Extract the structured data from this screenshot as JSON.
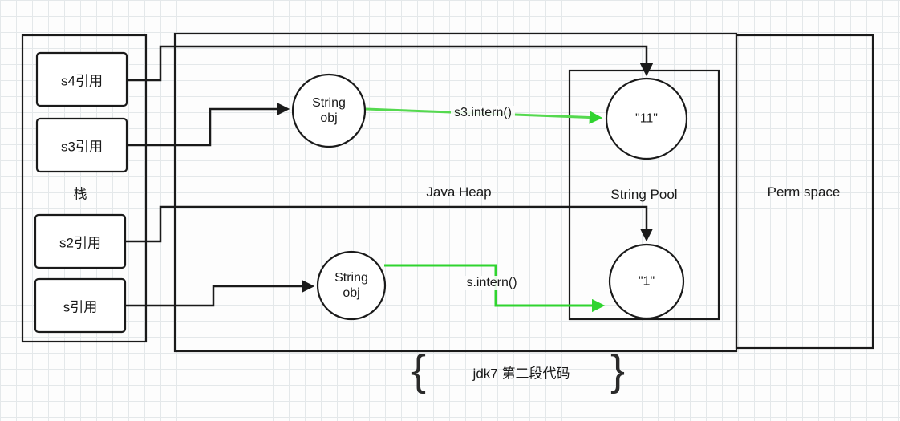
{
  "stack": {
    "label": "栈",
    "items": [
      {
        "label": "s4引用"
      },
      {
        "label": "s3引用"
      },
      {
        "label": "s2引用"
      },
      {
        "label": "s引用"
      }
    ]
  },
  "heap": {
    "label": "Java Heap",
    "string_obj_top": "String\nobj",
    "string_obj_bottom": "String\nobj"
  },
  "string_pool": {
    "label": "String Pool",
    "entry_top": "\"11\"",
    "entry_bottom": "\"1\""
  },
  "perm_space": {
    "label": "Perm space"
  },
  "arrows": {
    "intern_top_label": "s3.intern()",
    "intern_bottom_label": "s.intern()"
  },
  "caption": {
    "open_brace": "{",
    "text": "jdk7 第二段代码",
    "close_brace": "}"
  },
  "colors": {
    "arrow_green": "#2fd42f",
    "arrow_green_light": "#55d94f",
    "line_black": "#1a1a1a"
  }
}
